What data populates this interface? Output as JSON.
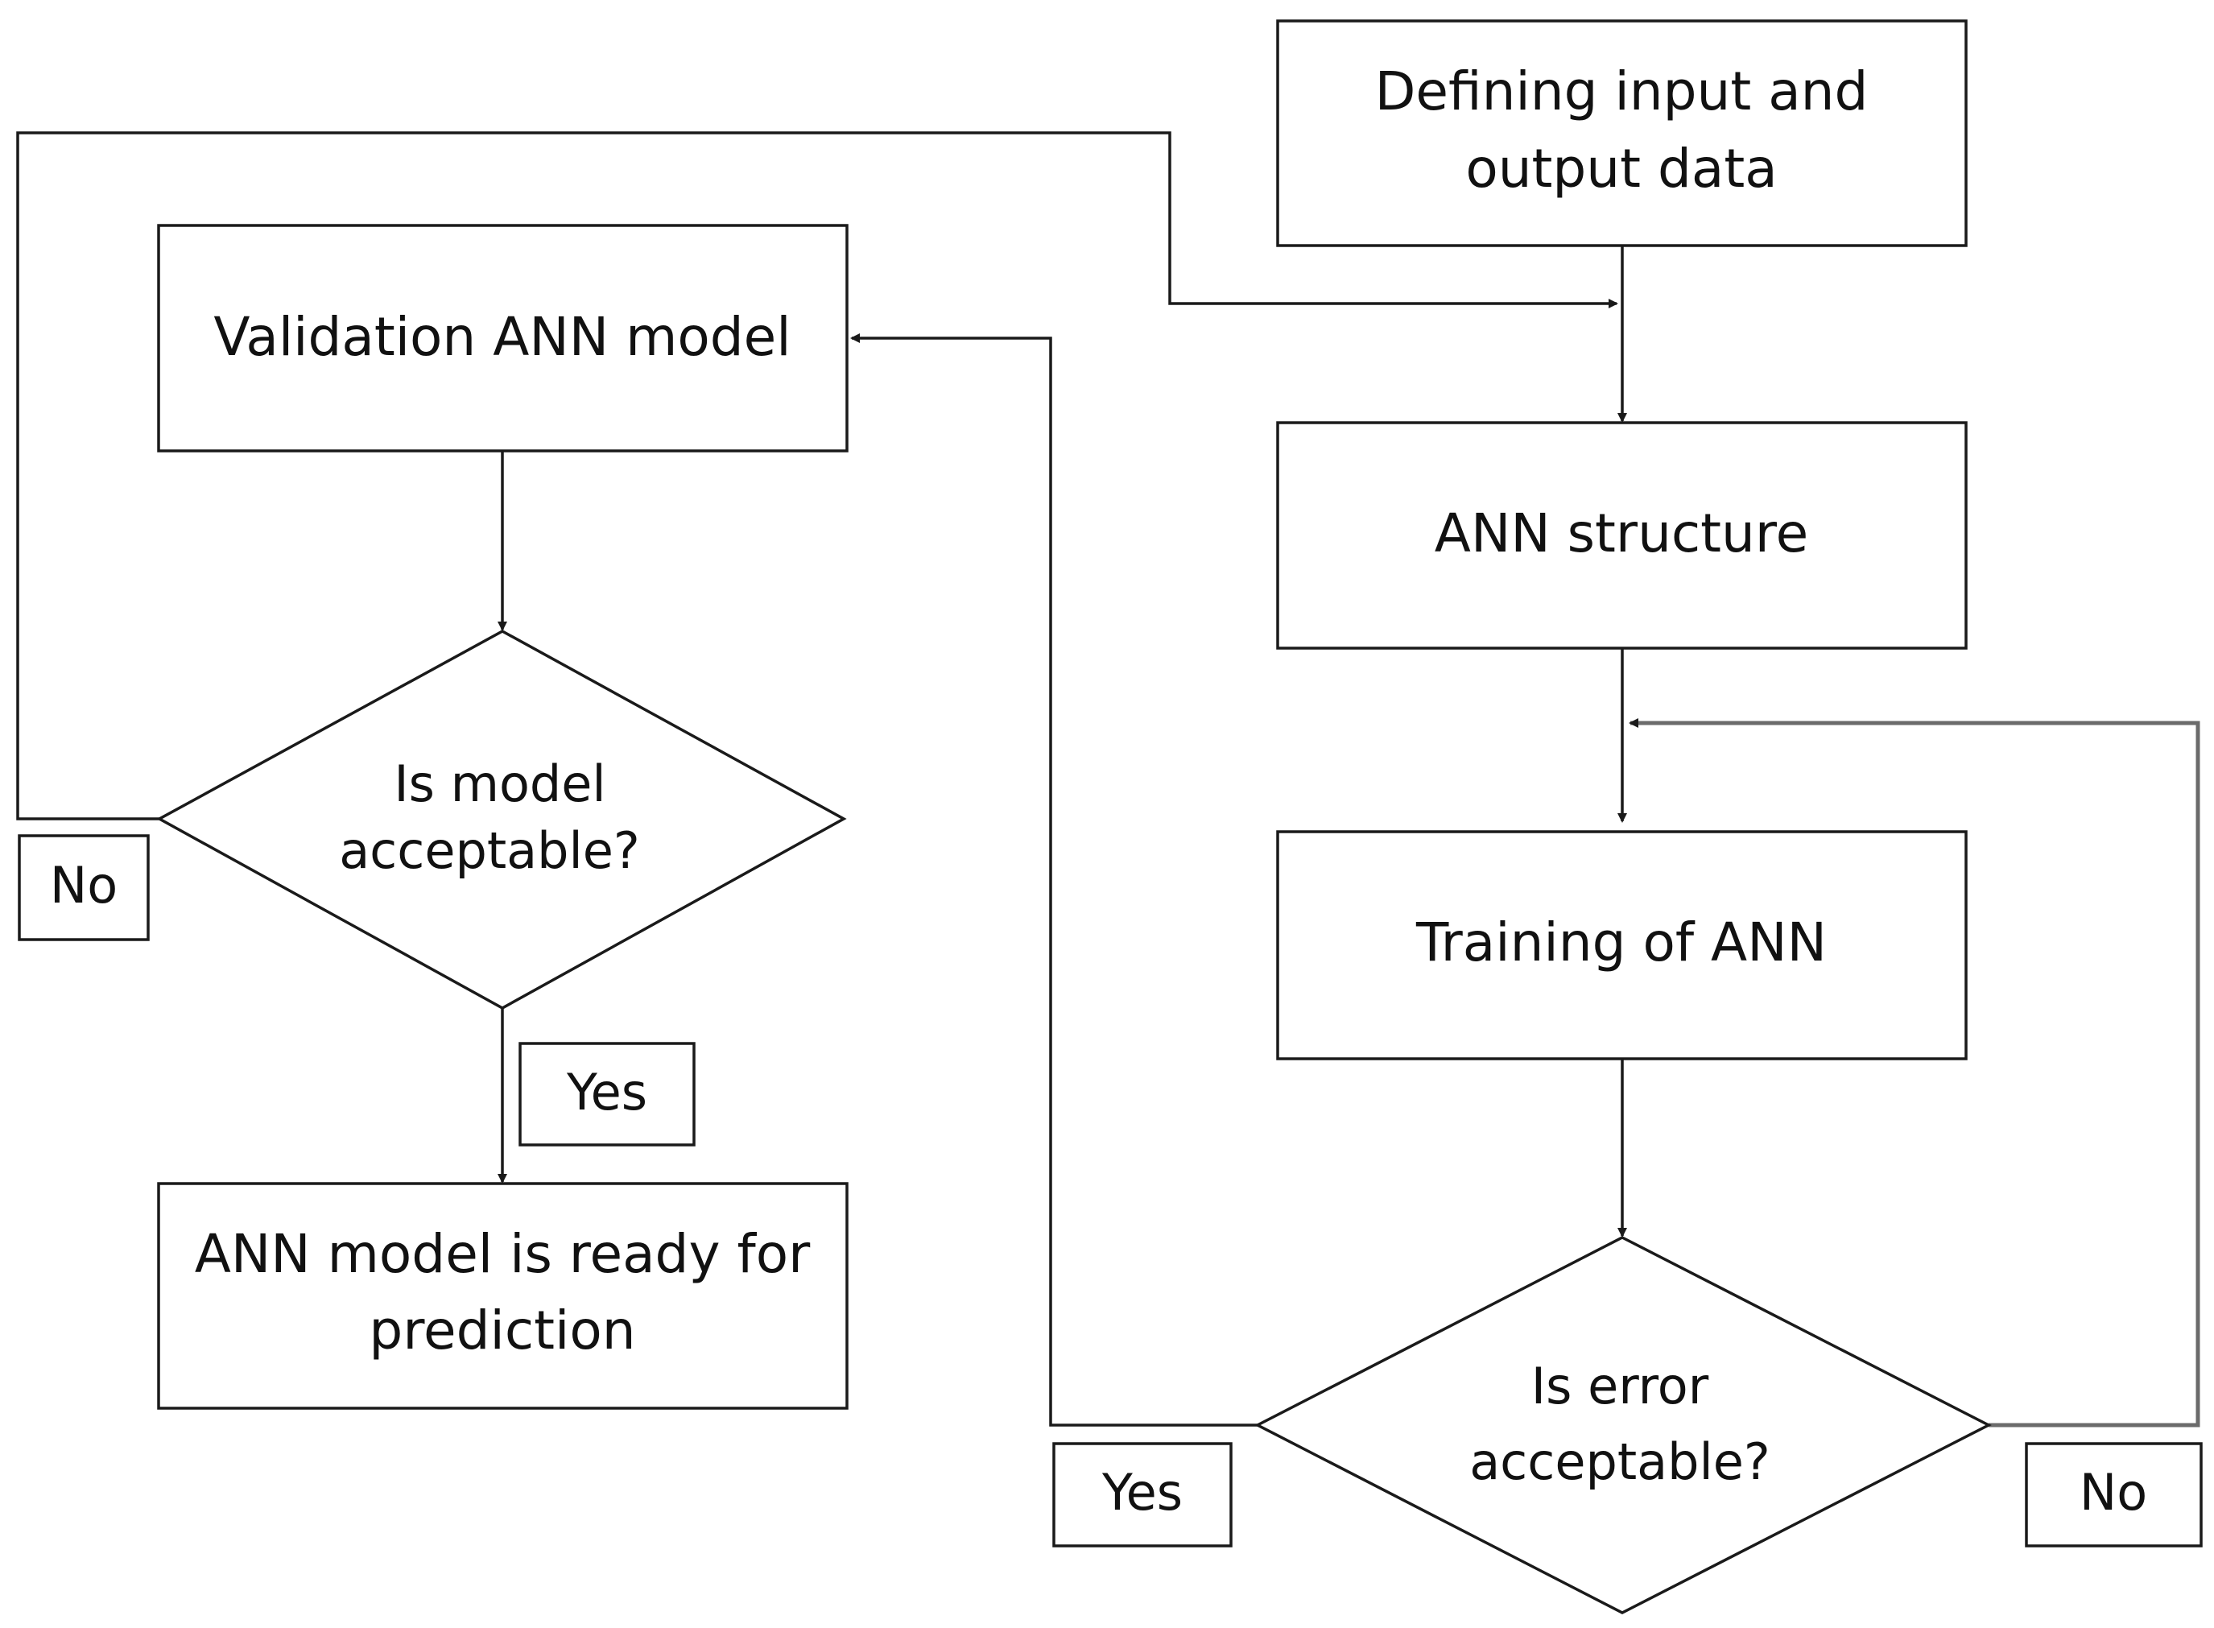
{
  "nodes": {
    "define_data": {
      "lines": [
        "Defining input and",
        "output data"
      ]
    },
    "ann_structure": {
      "lines": [
        "ANN structure"
      ]
    },
    "training": {
      "lines": [
        "Training of ANN"
      ]
    },
    "error_check": {
      "lines": [
        "Is error",
        "acceptable?"
      ]
    },
    "validation": {
      "lines": [
        "Validation ANN model"
      ]
    },
    "model_check": {
      "lines": [
        "Is model",
        "acceptable?"
      ]
    },
    "ready": {
      "lines": [
        "ANN model is ready for",
        "prediction"
      ]
    }
  },
  "labels": {
    "error_yes": "Yes",
    "error_no": "No",
    "model_yes": "Yes",
    "model_no": "No"
  }
}
